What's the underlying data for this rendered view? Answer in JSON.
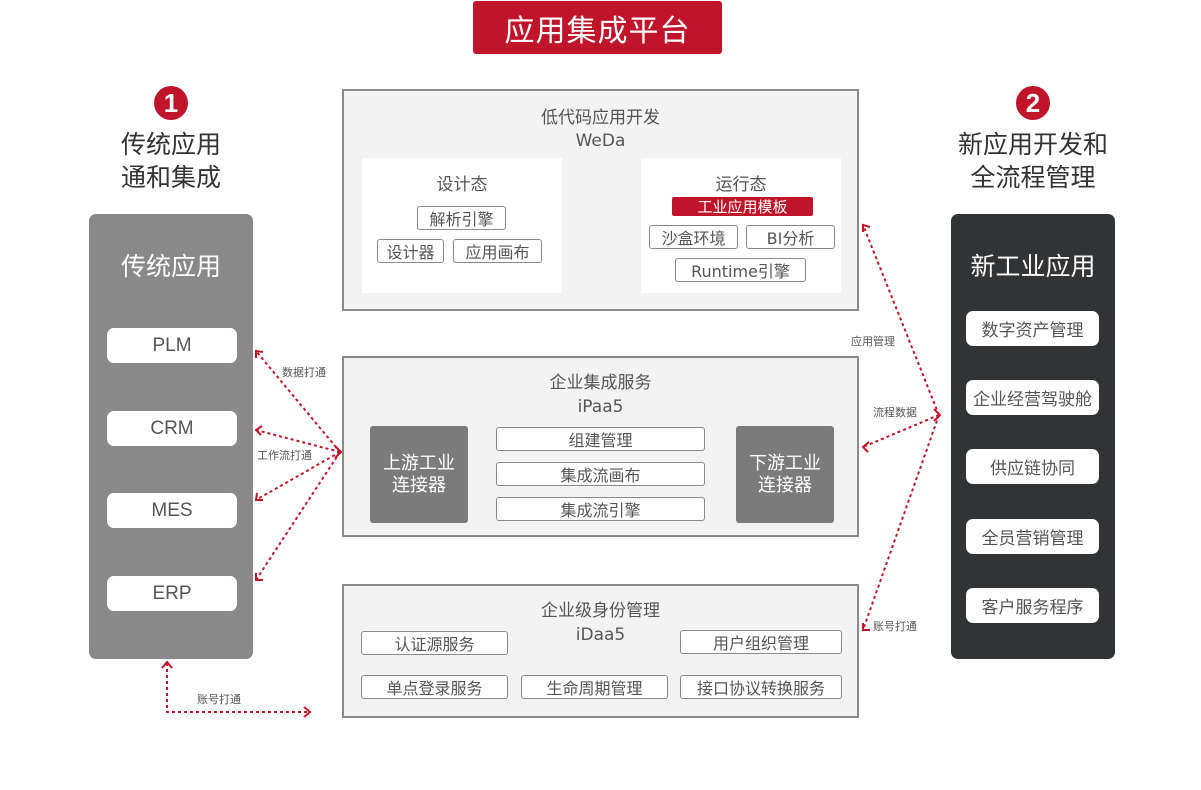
{
  "title": "应用集成平台",
  "left_section": {
    "badge": "1",
    "heading_line1": "传统应用",
    "heading_line2": "通和集成",
    "column_title": "传统应用",
    "items": [
      "PLM",
      "CRM",
      "MES",
      "ERP"
    ]
  },
  "right_section": {
    "badge": "2",
    "heading_line1": "新应用开发和",
    "heading_line2": "全流程管理",
    "column_title": "新工业应用",
    "items": [
      "数字资产管理",
      "企业经营驾驶舱",
      "供应链协同",
      "全员营销管理",
      "客户服务程序"
    ]
  },
  "weda_panel": {
    "title": "低代码应用开发",
    "subtitle": "WeDa",
    "design": {
      "title": "设计态",
      "chips": [
        "解析引擎",
        "设计器",
        "应用画布"
      ]
    },
    "runtime": {
      "title": "运行态",
      "highlight": "工业应用模板",
      "chips": [
        "沙盒环境",
        "BI分析",
        "Runtime引擎"
      ]
    }
  },
  "ipaas_panel": {
    "title": "企业集成服务",
    "subtitle": "iPaa5",
    "upstream": "上游工业\n连接器",
    "downstream": "下游工业\n连接器",
    "chips": [
      "组建管理",
      "集成流画布",
      "集成流引擎"
    ]
  },
  "idaas_panel": {
    "title": "企业级身份管理",
    "subtitle": "iDaa5",
    "chips": [
      "认证源服务",
      "用户组织管理",
      "单点登录服务",
      "生命周期管理",
      "接口协议转换服务"
    ]
  },
  "arrow_labels": {
    "data_sync": "数据打通",
    "workflow_sync": "工作流打通",
    "account_sync_left": "账号打通",
    "app_management": "应用管理",
    "process_data": "流程数据",
    "account_sync_right": "账号打通"
  },
  "colors": {
    "accent_red": "#c0142a",
    "legacy_column": "#898989",
    "new_column": "#323334",
    "panel_bg": "#f3f3f3",
    "connector_bg": "#7b7b7b"
  }
}
